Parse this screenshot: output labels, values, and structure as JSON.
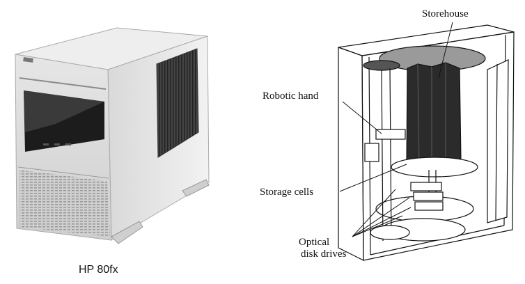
{
  "left_figure": {
    "caption": "HP 80fx"
  },
  "right_figure": {
    "labels": {
      "storehouse": "Storehouse",
      "robotic_hand": "Robotic hand",
      "storage_cells": "Storage cells",
      "optical_line1": "Optical",
      "optical_line2": "disk drives"
    }
  }
}
